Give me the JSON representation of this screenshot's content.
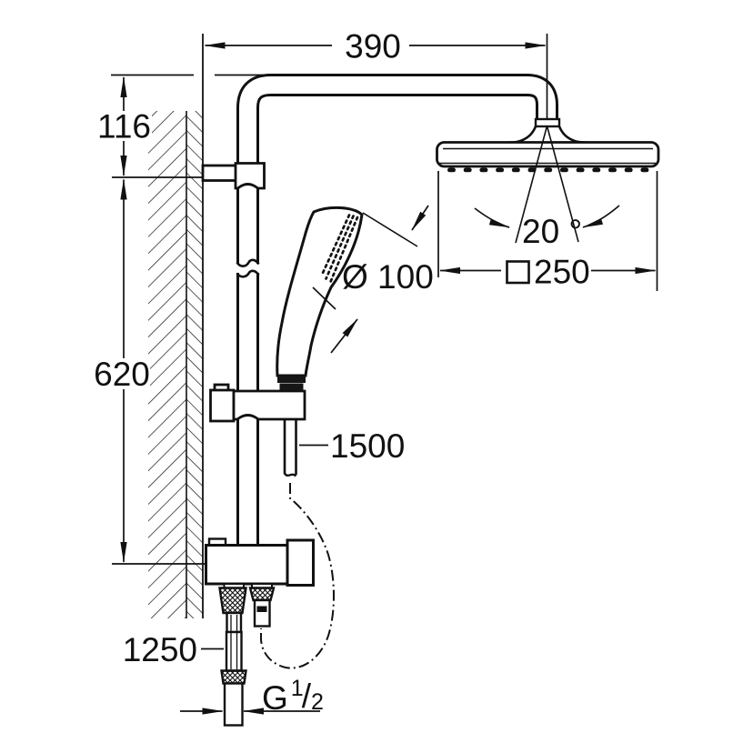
{
  "drawing": {
    "colors": {
      "ink": "#111111",
      "paper": "#ffffff"
    },
    "dims": {
      "arm_reach": "390",
      "arm_drop": "116",
      "rail_length": "620",
      "hand_shower_diameter": "Ø 100",
      "head_swivel_angle": "20 °",
      "head_size_symbol": "□",
      "head_size": "250",
      "hose_length": "1500",
      "inlet_hose_length": "1250",
      "thread": {
        "g": "G",
        "numerator": "1",
        "slash": "/",
        "denominator": "2"
      }
    }
  }
}
